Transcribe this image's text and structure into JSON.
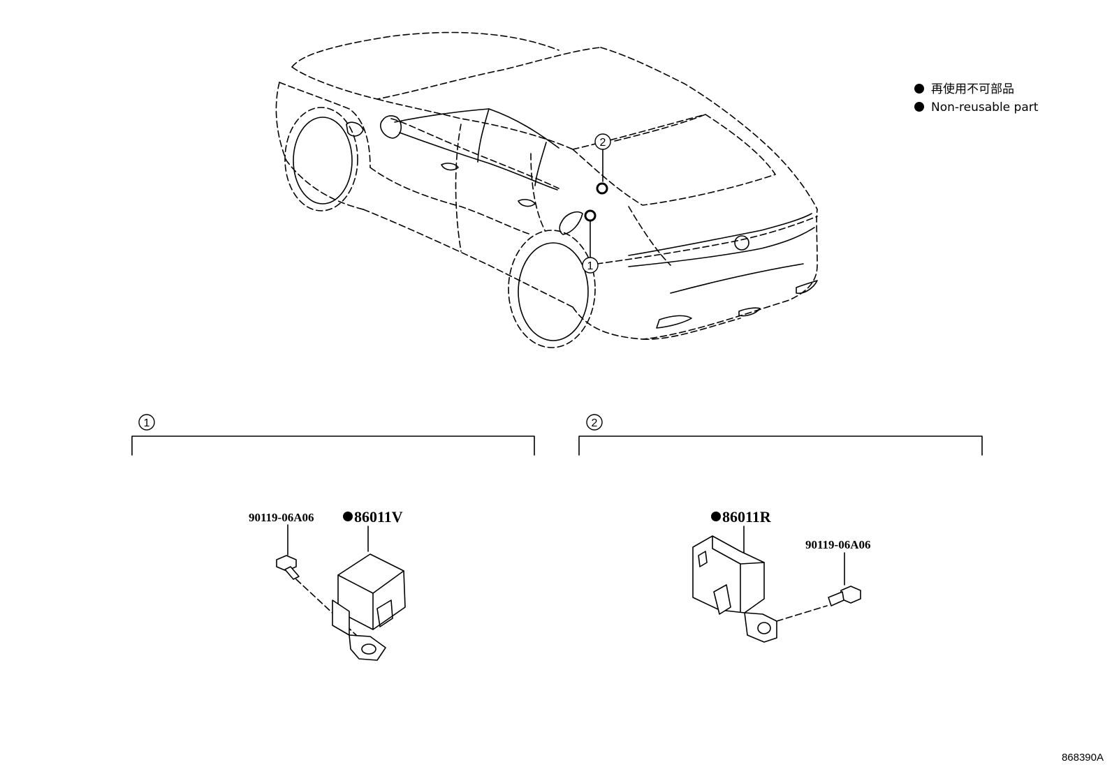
{
  "legend": {
    "line1": "再使用不可部品",
    "line2": "Non-reusable part"
  },
  "callouts": {
    "one": "1",
    "two": "2"
  },
  "sections": {
    "one_label": "1",
    "two_label": "2"
  },
  "parts": {
    "left_bolt": "90119-06A06",
    "left_sensor": "86011V",
    "right_sensor": "86011R",
    "right_bolt": "90119-06A06"
  },
  "reference_id": "868390A"
}
